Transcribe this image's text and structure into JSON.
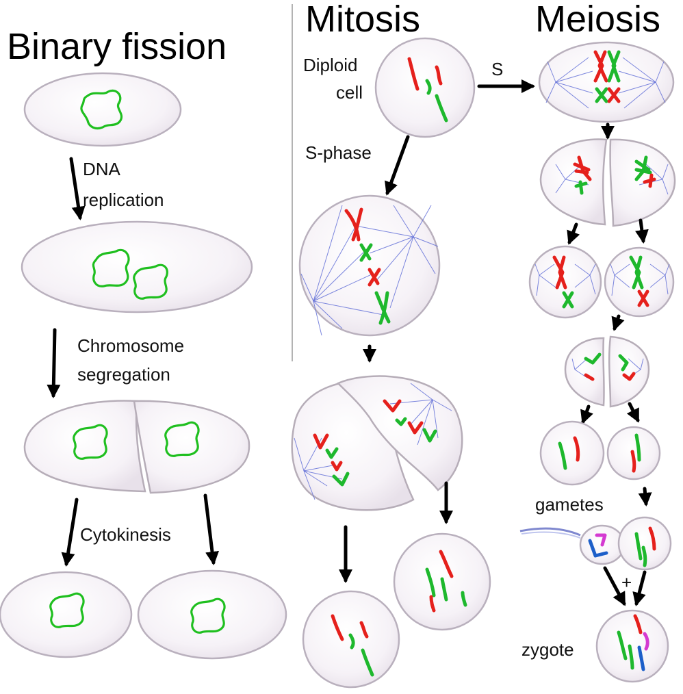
{
  "titles": {
    "binary_fission": "Binary fission",
    "mitosis": "Mitosis",
    "meiosis": "Meiosis"
  },
  "labels": {
    "dna_replication_line1": "DNA",
    "dna_replication_line2": "replication",
    "chromosome_segregation_line1": "Chromosome",
    "chromosome_segregation_line2": "segregation",
    "cytokinesis": "Cytokinesis",
    "diploid_cell_line1": "Diploid",
    "diploid_cell_line2": "cell",
    "s_phase": "S-phase",
    "s": "S",
    "gametes": "gametes",
    "plus": "+",
    "zygote": "zygote"
  },
  "colors": {
    "chromosome_maternal": "#e5201c",
    "chromosome_paternal": "#1eb82d",
    "sperm_chromosome_1": "#1d5fc9",
    "sperm_chromosome_2": "#d43ad1",
    "bacterial_chromosome": "#1fbf1f",
    "spindle": "#5b69d6"
  }
}
